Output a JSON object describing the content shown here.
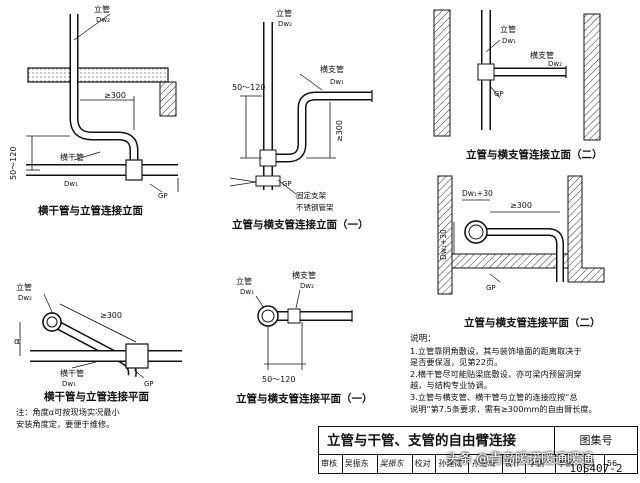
{
  "diagram": {
    "panels": {
      "p1": {
        "caption": "横干管与立管连接立面",
        "label_riser": "立管",
        "label_riser_dim": "Dw₂",
        "label_main": "横干管",
        "label_main_dim": "Dw₁",
        "label_gp": "GP",
        "dim_300": "≥300",
        "dim_height": "50～120"
      },
      "p2": {
        "caption": "立管与横支管连接立面（一）",
        "label_riser": "立管",
        "label_riser_dim": "Dw₂",
        "label_branch": "横支管",
        "label_branch_dim": "Dw₁",
        "dim_height": "50～120",
        "dim_300": "≥300",
        "label_gp": "GP",
        "label_bracket": "固定支架",
        "label_sleeve": "不锈钢管架"
      },
      "p3": {
        "caption": "立管与横支管连接立面（二）",
        "label_riser": "立管",
        "label_riser_dim": "Dw₁",
        "label_branch": "横支管",
        "label_branch_dim": "Dw₂",
        "label_gp": "GP"
      },
      "p4": {
        "caption": "立管与横支管连接平面（二）",
        "label_dw30": "Dw₁+30",
        "dim_300": "≥300",
        "label_dw30_vertical": "Dw₁+30",
        "label_gp": "GP"
      },
      "p5": {
        "caption": "横干管与立管连接平面",
        "label_riser": "立管",
        "label_riser_dim": "Dw₂",
        "dim_300": "≥300",
        "label_alpha": "α",
        "label_main": "横干管",
        "label_main_dim": "Dw₁",
        "label_gp": "GP"
      },
      "p6": {
        "caption": "立管与横支管连接平面（一）",
        "label_riser": "立管",
        "label_riser_dim": "Dw₁",
        "label_branch": "横支管",
        "label_branch_dim": "Dw₂",
        "dim_height": "50～120"
      }
    },
    "note_left": [
      "注：角度α可按现场实况最小",
      "安装角度定，要便于维修。"
    ],
    "notes": {
      "heading": "说明：",
      "items": [
        "1.立管靠阴角敷设，其与装饰墙面的距离取决于",
        "是否要保温，见第22页。",
        "2.横干管尽可能贴梁底敷设，亦可梁内预留洞穿",
        "越，与结构专业协调。",
        "3.立管与横支管、横干管与立管的连接应按“总",
        "说明”第7.5条要求，需有≥300mm的自由臂长度。"
      ]
    },
    "titleblock": {
      "title": "立管与干管、支管的自由臂连接",
      "code": "图集号 10S407-2",
      "row": [
        "审核",
        "吴振东",
        "吴振东",
        "校对",
        "孙建成",
        "孙建成",
        "设计",
        "李鹏",
        "李鹏",
        "页",
        "56"
      ]
    },
    "watermark": "头条 @青岛暖诺暖通暖通",
    "colors": {
      "ink": "#111111",
      "pipe_fill": "#ffffff",
      "wall_hatch": "#333333"
    }
  }
}
